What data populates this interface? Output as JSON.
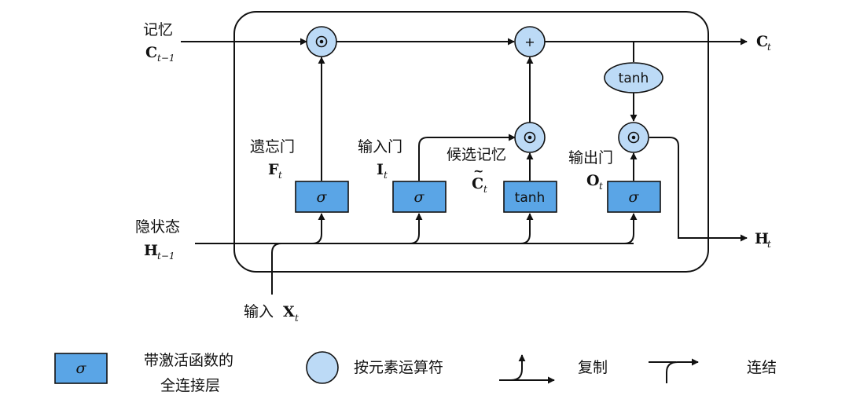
{
  "labels": {
    "memory": "记忆",
    "memory_sym": "C",
    "memory_sub": "t−1",
    "hidden": "隐状态",
    "hidden_sym": "H",
    "hidden_sub": "t−1",
    "input": "输入",
    "input_sym": "X",
    "input_sub": "t",
    "forget_gate": "遗忘门",
    "forget_sym": "F",
    "forget_sub": "t",
    "input_gate": "输入门",
    "input_gate_sym": "I",
    "input_gate_sub": "t",
    "candidate": "候选记忆",
    "candidate_sym": "C",
    "candidate_tilde": "~",
    "candidate_sub": "t",
    "output_gate": "输出门",
    "output_sym": "O",
    "output_sub": "t",
    "out_c_sym": "C",
    "out_c_sub": "t",
    "out_h_sym": "H",
    "out_h_sub": "t"
  },
  "blocks": {
    "sigma": "σ",
    "tanh": "tanh",
    "plus": "+"
  },
  "legend": {
    "fc_line1": "带激活函数的",
    "fc_line2": "全连接层",
    "elementwise": "按元素运算符",
    "copy": "复制",
    "concat": "连结"
  },
  "colors": {
    "fc_fill": "#5aa5e6",
    "op_fill": "#bcdaf6",
    "line": "#111111"
  }
}
